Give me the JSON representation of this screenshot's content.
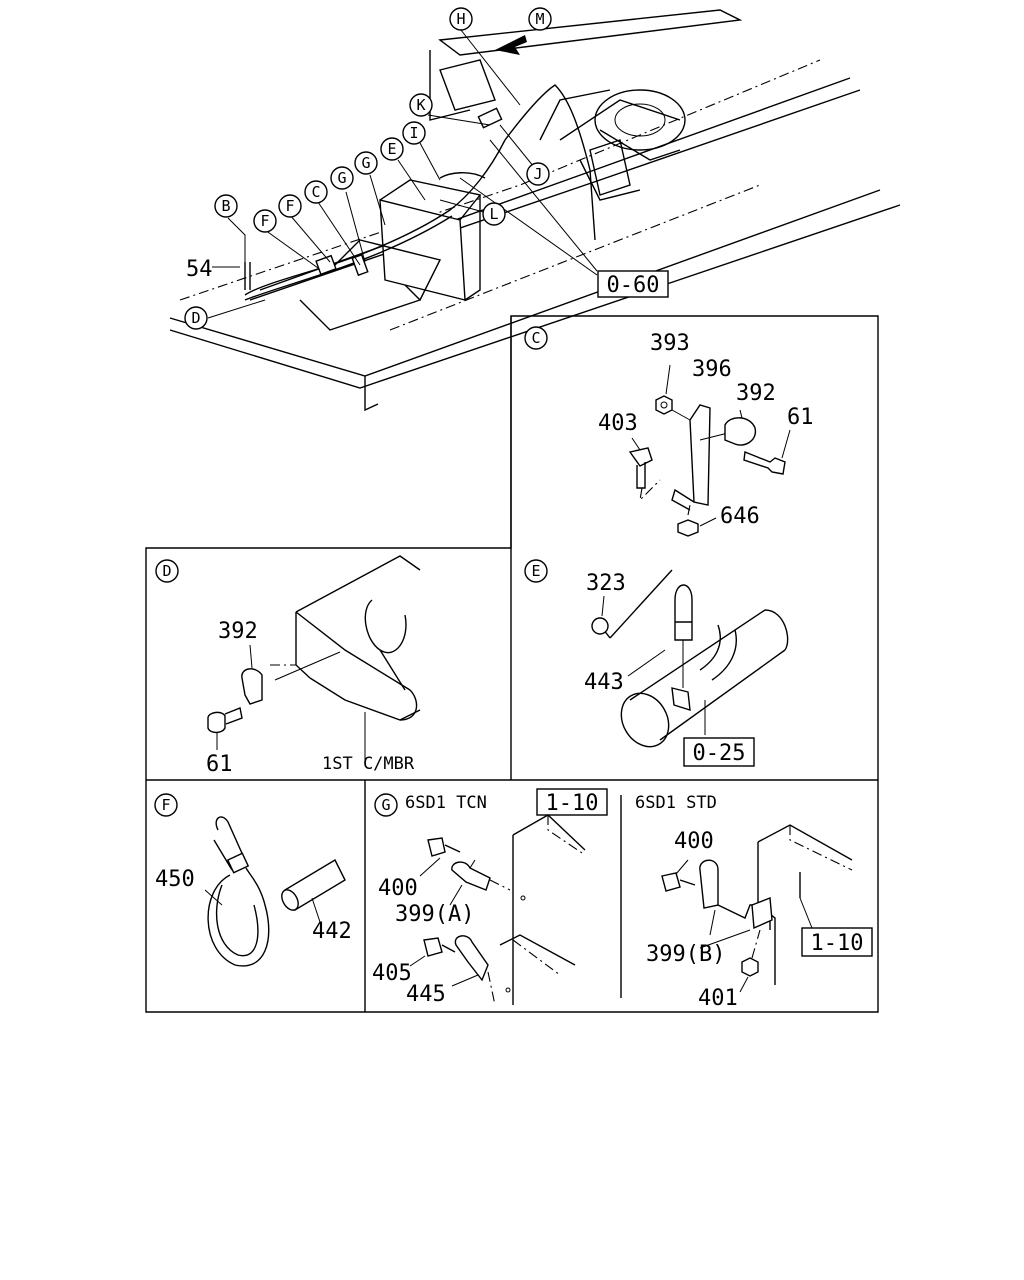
{
  "callouts": {
    "H": "H",
    "M": "M",
    "K": "K",
    "I": "I",
    "E": "E",
    "G": "G",
    "G2": "G",
    "C": "C",
    "F": "F",
    "F2": "F",
    "B": "B",
    "D": "D",
    "J": "J",
    "L": "L"
  },
  "main": {
    "part_54": "54",
    "ref_060": "0-60"
  },
  "panel_c": {
    "letter": "C",
    "p393": "393",
    "p396": "396",
    "p392": "392",
    "p61": "61",
    "p403": "403",
    "p646": "646"
  },
  "panel_d": {
    "letter": "D",
    "p392": "392",
    "p61": "61",
    "member": "1ST C/MBR"
  },
  "panel_e": {
    "letter": "E",
    "p323": "323",
    "p443": "443",
    "ref_025": "0-25"
  },
  "panel_f": {
    "letter": "F",
    "p450": "450",
    "p442": "442"
  },
  "panel_g": {
    "letter": "G",
    "tcn_title": "6SD1 TCN",
    "tcn_ref": "1-10",
    "tcn_400": "400",
    "tcn_399a": "399(A)",
    "tcn_405": "405",
    "tcn_445": "445",
    "std_title": "6SD1 STD",
    "std_400": "400",
    "std_399b": "399(B)",
    "std_401": "401",
    "std_ref": "1-10"
  }
}
